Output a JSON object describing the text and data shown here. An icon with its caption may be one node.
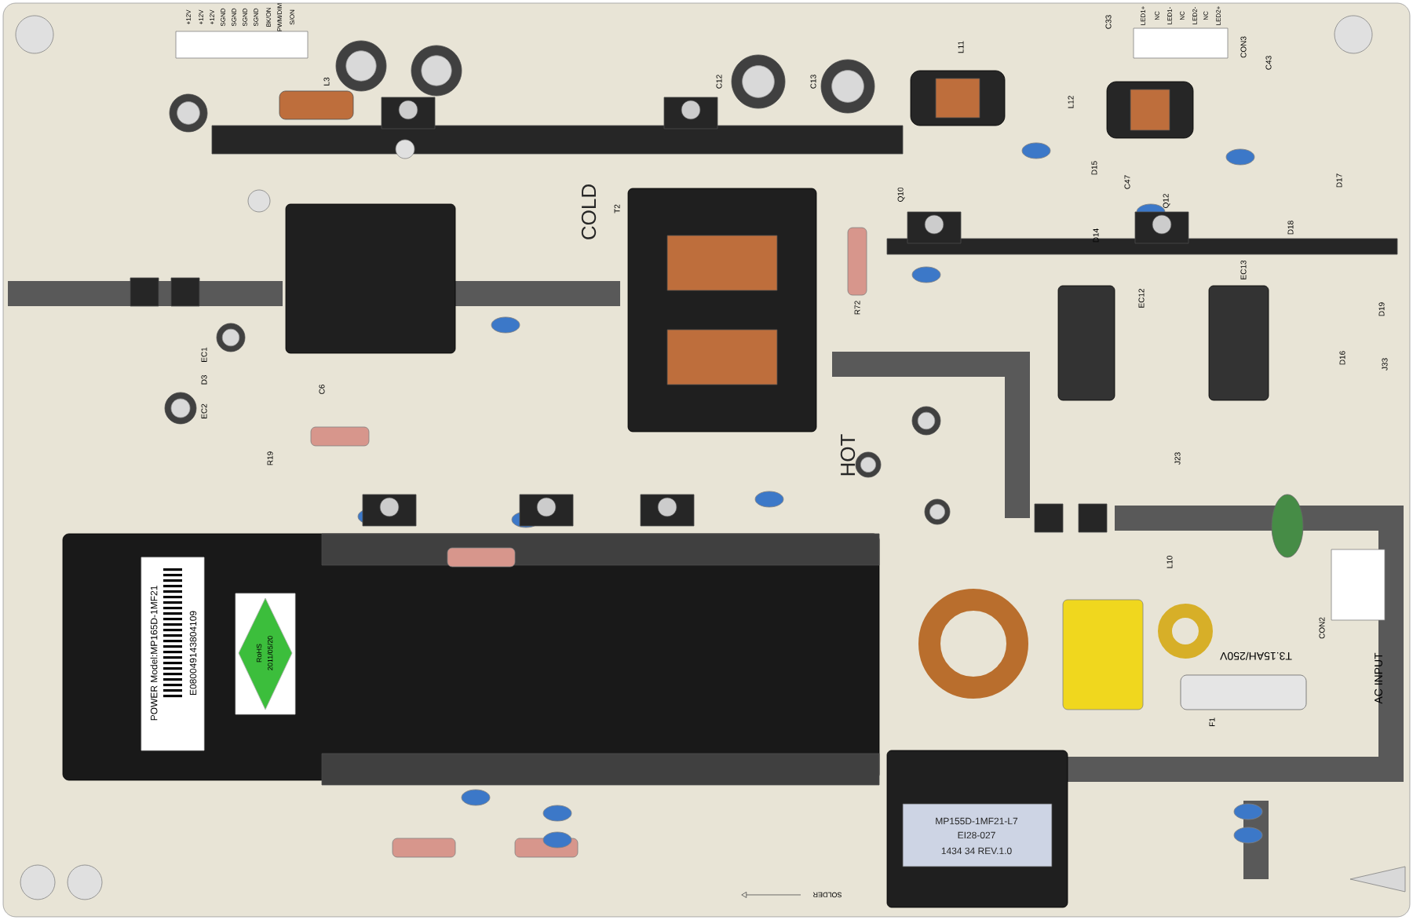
{
  "diagram": {
    "labels": [
      "+12V",
      "+12V",
      "+12V",
      "SGND",
      "SGND",
      "SGND",
      "SGND",
      "BK/ON",
      "PWM/DIM",
      "S/ON",
      "LED1+",
      "NC",
      "LED1-",
      "NC",
      "LED2-",
      "NC",
      "LED2+",
      "CON3",
      "L3",
      "C12",
      "C13",
      "L11",
      "L12",
      "C33",
      "C43",
      "D15",
      "C47",
      "D17",
      "Q10",
      "Q12",
      "D14",
      "D18",
      "R72",
      "EC12",
      "EC13",
      "D16",
      "D19",
      "J23",
      "J33",
      "T2",
      "COLD",
      "HOT",
      "EC1",
      "D3",
      "EC2",
      "C6",
      "R19",
      "POWER Model:MP165D-1MF21",
      "E080049143804109",
      "RoHS",
      "2011/05/20",
      "L10",
      "CON2",
      "T3.15AH/250V",
      "AC INPUT",
      "F1",
      "MP155D-1MF21-L7",
      "EI28-027",
      "1434 34 REV.1.0",
      "SOLDER"
    ]
  }
}
